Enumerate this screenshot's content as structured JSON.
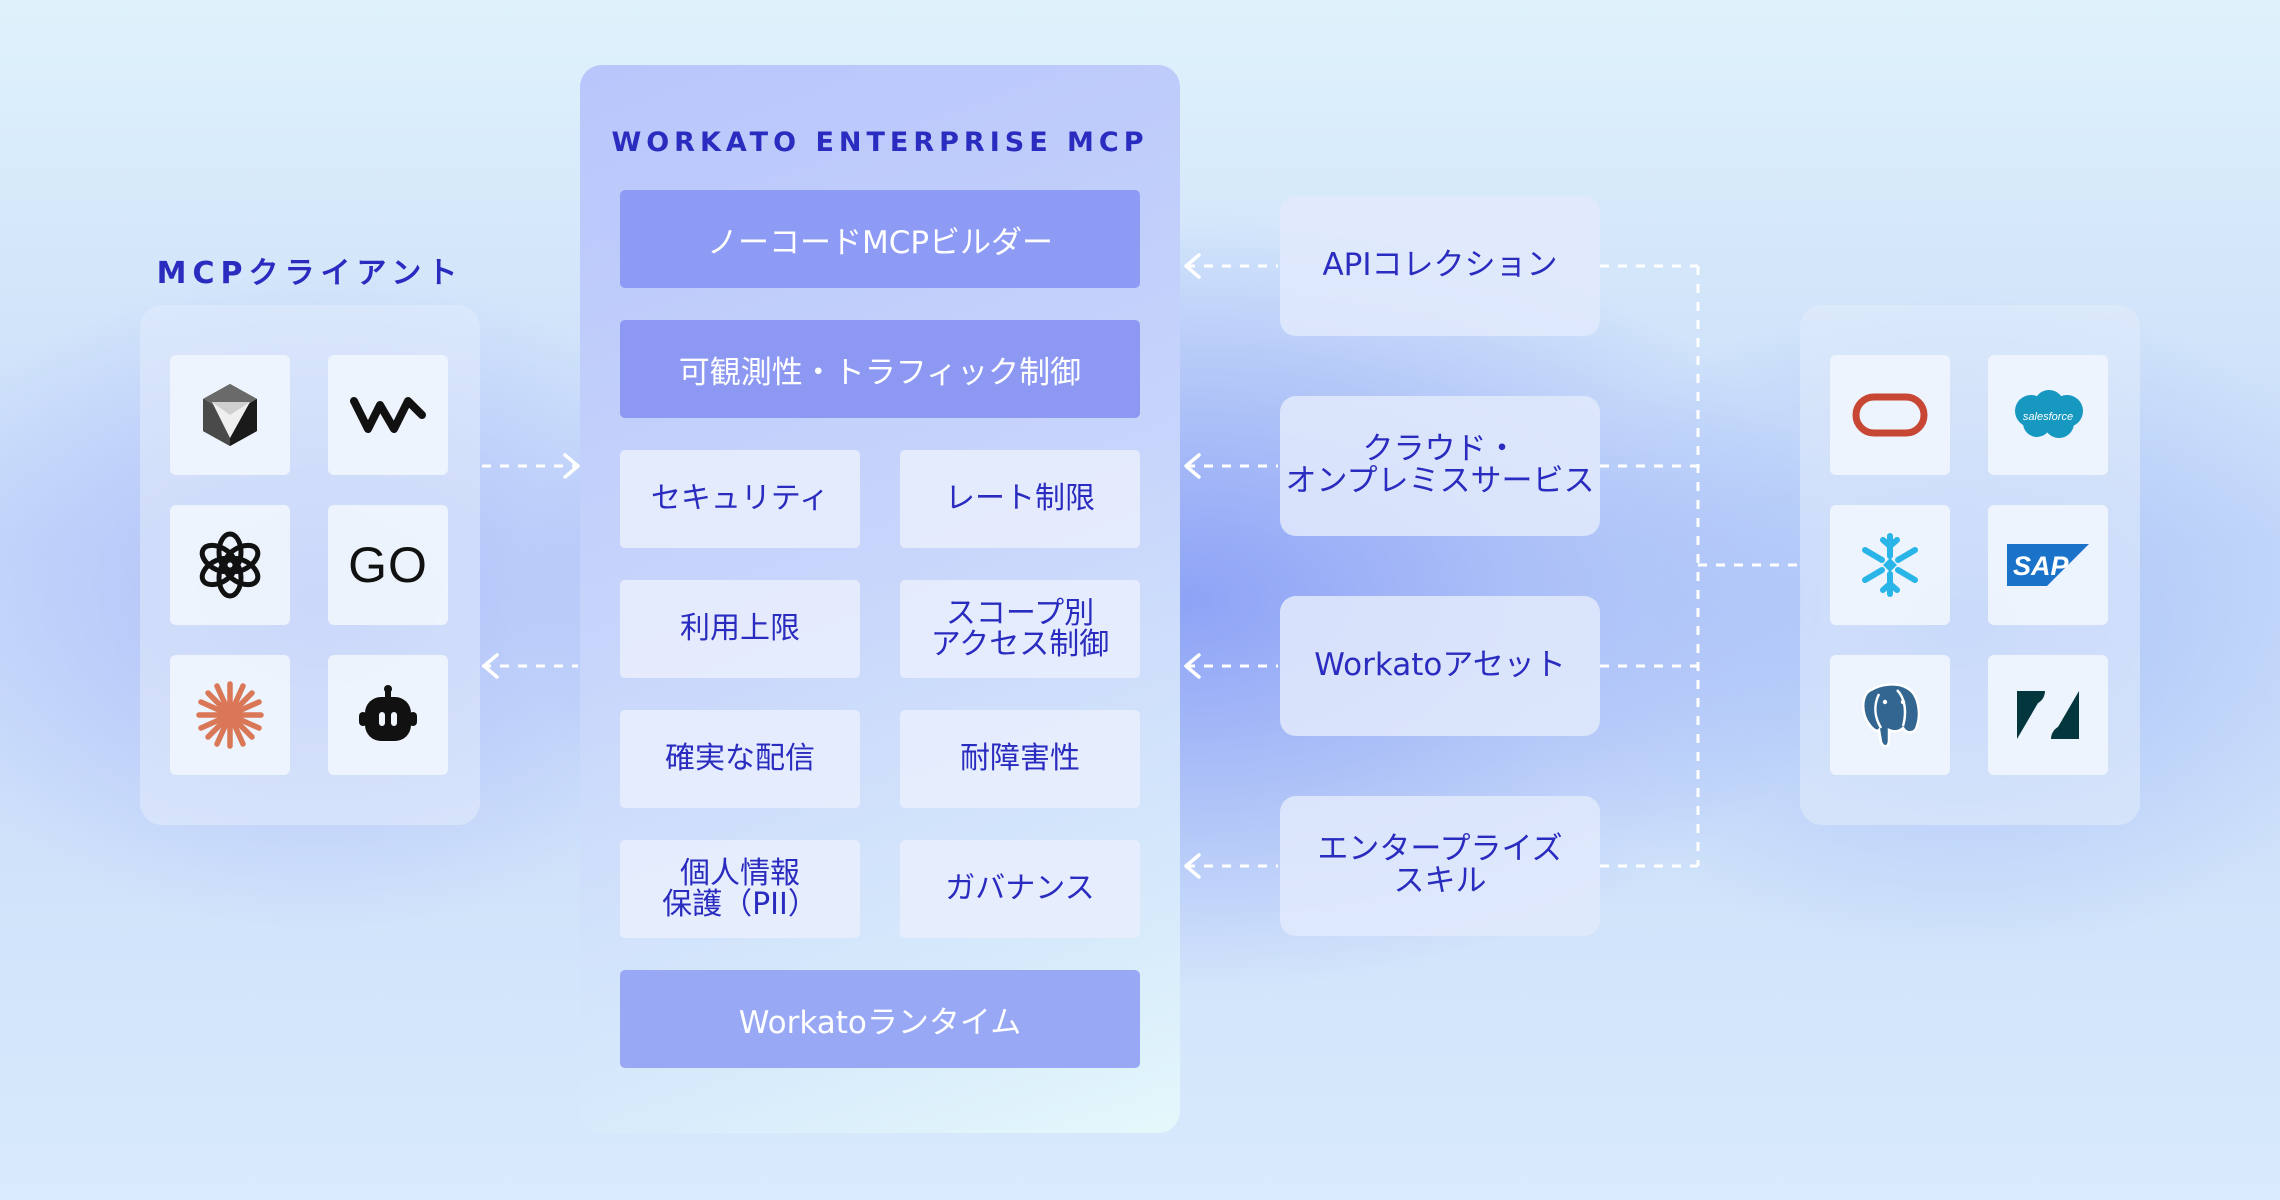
{
  "clients": {
    "heading": "MCPクライアント",
    "logos": [
      {
        "name": "cursor-logo-icon"
      },
      {
        "name": "windsurf-logo-icon"
      },
      {
        "name": "openai-logo-icon"
      },
      {
        "name": "go-logo-icon",
        "text": "GO"
      },
      {
        "name": "claude-logo-icon"
      },
      {
        "name": "bot-logo-icon"
      }
    ]
  },
  "platform": {
    "heading": "WORKATO ENTERPRISE MCP",
    "builder": "ノーコードMCPビルダー",
    "observability": "可観測性・トラフィック制御",
    "features": {
      "security": "セキュリティ",
      "rate_limit": "レート制限",
      "usage_limit": "利用上限",
      "scoped_access_line1": "スコープ別",
      "scoped_access_line2": "アクセス制御",
      "reliable_delivery": "確実な配信",
      "fault_tolerance": "耐障害性",
      "pii_line1": "個人情報",
      "pii_line2": "保護（PII）",
      "governance": "ガバナンス"
    },
    "runtime": "Workatoランタイム"
  },
  "sources": {
    "api_collection": "APIコレクション",
    "cloud_onprem": "クラウド・\nオンプレミスサービス",
    "workato_assets": "Workatoアセット",
    "enterprise_skills": "エンタープライズ\nスキル"
  },
  "apps": {
    "logos": [
      {
        "name": "oracle-logo-icon"
      },
      {
        "name": "salesforce-logo-icon",
        "text": "salesforce"
      },
      {
        "name": "snowflake-logo-icon"
      },
      {
        "name": "sap-logo-icon",
        "text": "SAP"
      },
      {
        "name": "postgresql-logo-icon"
      },
      {
        "name": "zendesk-logo-icon"
      }
    ]
  },
  "colors": {
    "accent_text": "#2a2bbf",
    "dark_box": "#8d9bf5",
    "light_box": "#e8eefd",
    "oracle_red": "#c74634",
    "salesforce_blue": "#1798c1",
    "snowflake_blue": "#29b5e8",
    "sap_blue": "#1a73c9",
    "postgres_blue": "#336791",
    "zendesk_dark": "#03363d",
    "claude_orange": "#d97757"
  }
}
